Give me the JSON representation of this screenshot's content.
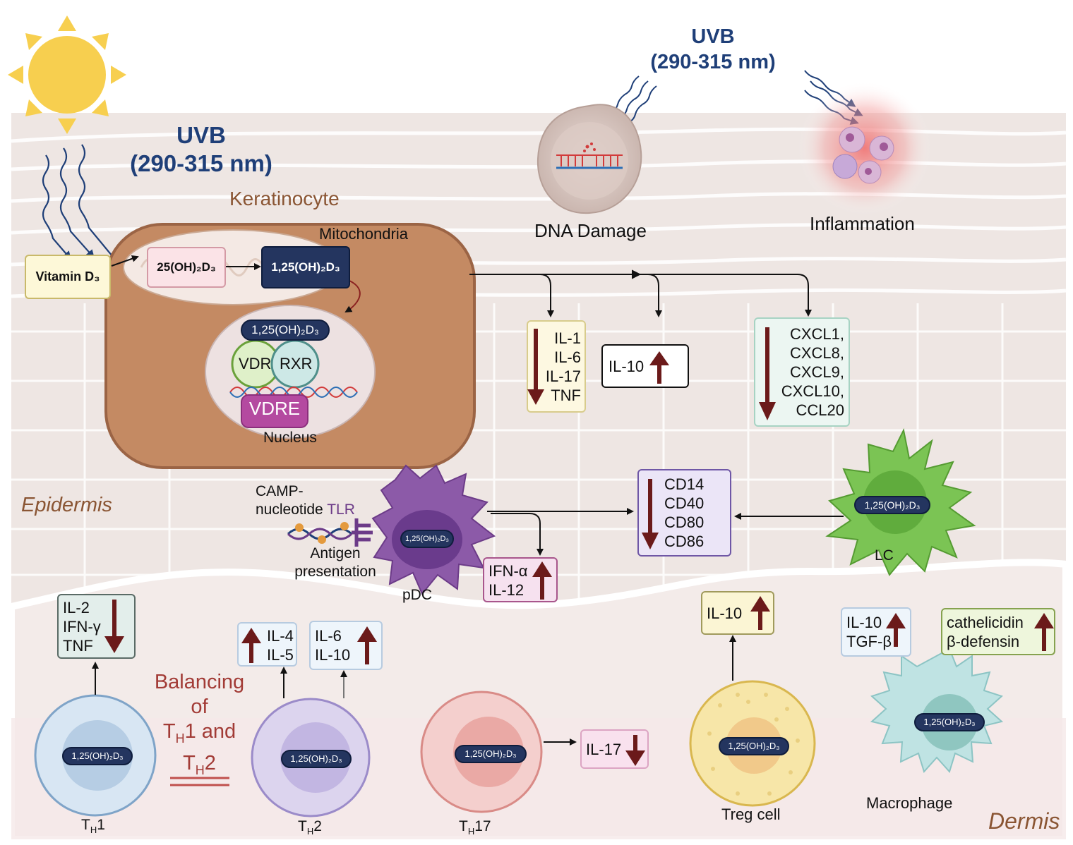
{
  "uvb_left": {
    "line1": "UVB",
    "line2": "(290-315 nm)"
  },
  "uvb_right": {
    "line1": "UVB",
    "line2": "(290-315 nm)"
  },
  "keratinocyte": {
    "label": "Keratinocyte",
    "mitochondria": "Mitochondria",
    "vitamin_d3": "Vitamin D₃",
    "calcidiol": "25(OH)₂D₃",
    "calcitriol": "1,25(OH)₂D₃",
    "nucleus": {
      "ligand": "1,25(OH)₂D₃",
      "vdr": "VDR",
      "rxr": "RXR",
      "vdre": "VDRE",
      "label": "Nucleus"
    }
  },
  "dna_damage": "DNA Damage",
  "inflammation": "Inflammation",
  "cytokines_down": [
    "IL-1",
    "IL-6",
    "IL-17",
    "TNF"
  ],
  "il10_up": "IL-10",
  "chemokines_down": [
    "CXCL1,",
    "CXCL8,",
    "CXCL9,",
    "CXCL10,",
    "CCL20"
  ],
  "costim_down": [
    "CD14",
    "CD40",
    "CD80",
    "CD86"
  ],
  "layers": {
    "epidermis": "Epidermis",
    "dermis": "Dermis"
  },
  "pdc": {
    "label": "pDC",
    "pill": "1,25(OH)₂D₃",
    "camp1": "CAMP-",
    "camp2": "nucleotide",
    "tlr": "TLR",
    "ag1": "Antigen",
    "ag2": "presentation",
    "up": [
      "IFN-α",
      "IL-12"
    ]
  },
  "lc": {
    "label": "LC",
    "pill": "1,25(OH)₂D₃"
  },
  "th1": {
    "label": "T",
    "sub": "H",
    "num": "1",
    "pill": "1,25(OH)₂D₃",
    "down": [
      "IL-2",
      "IFN-γ",
      "TNF"
    ]
  },
  "th2": {
    "label": "T",
    "sub": "H",
    "num": "2",
    "pill": "1,25(OH)₂D₃",
    "up_a": [
      "IL-4",
      "IL-5"
    ],
    "up_b": [
      "IL-6",
      "IL-10"
    ]
  },
  "balance": {
    "line1": "Balancing",
    "line2": "of",
    "line3a": "T",
    "line3sub": "H",
    "line3b": "1 and",
    "line4a": "T",
    "line4sub": "H",
    "line4b": "2"
  },
  "th17": {
    "label": "T",
    "sub": "H",
    "num": "17",
    "pill": "1,25(OH)₂D₃",
    "down": "IL-17"
  },
  "treg": {
    "label": "Treg cell",
    "pill": "1,25(OH)₂D₃",
    "up": "IL-10"
  },
  "macrophage": {
    "label": "Macrophage",
    "pill": "1,25(OH)₂D₃",
    "up": [
      "IL-10",
      "TGF-β"
    ],
    "up2": [
      "cathelicidin",
      "β-defensin"
    ]
  },
  "colors": {
    "uvb": "#1f3f78",
    "arrow": "#6b1a1a",
    "keratinocyte": "#c48a63",
    "tissue": "#eee6e3"
  }
}
